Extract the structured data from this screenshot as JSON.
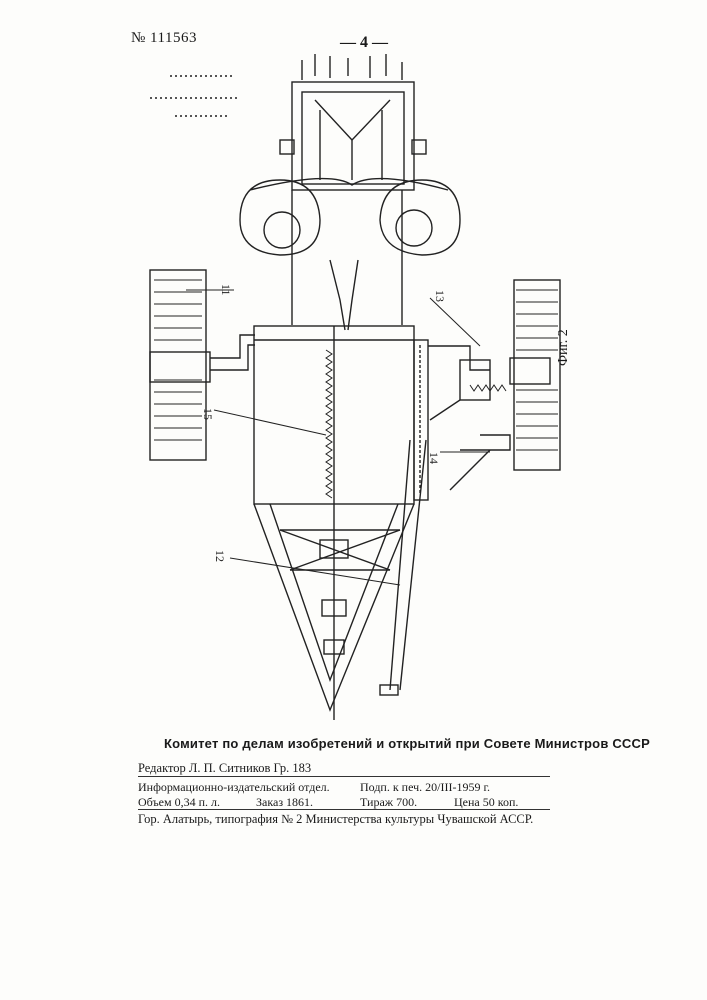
{
  "header": {
    "patent_number": "№ 111563",
    "page_number": "— 4 —"
  },
  "figure": {
    "caption": "Фиг. 2",
    "callouts": [
      "11",
      "12",
      "13",
      "14",
      "15"
    ]
  },
  "footer": {
    "committee": "Комитет по делам изобретений и открытий при Совете Министров СССР",
    "editor": "Редактор Л. П. Ситников Гр. 183",
    "info_dept": "Информационно-издательский отдел.",
    "signed": "Подп. к печ. 20/III-1959 г.",
    "volume": "Объем 0,34 п. л.",
    "order": "Заказ 1861.",
    "print_run": "Тираж 700.",
    "price": "Цена 50 коп.",
    "printing_house": "Гор. Алатырь, типография № 2 Министерства культуры Чувашской АССР."
  }
}
